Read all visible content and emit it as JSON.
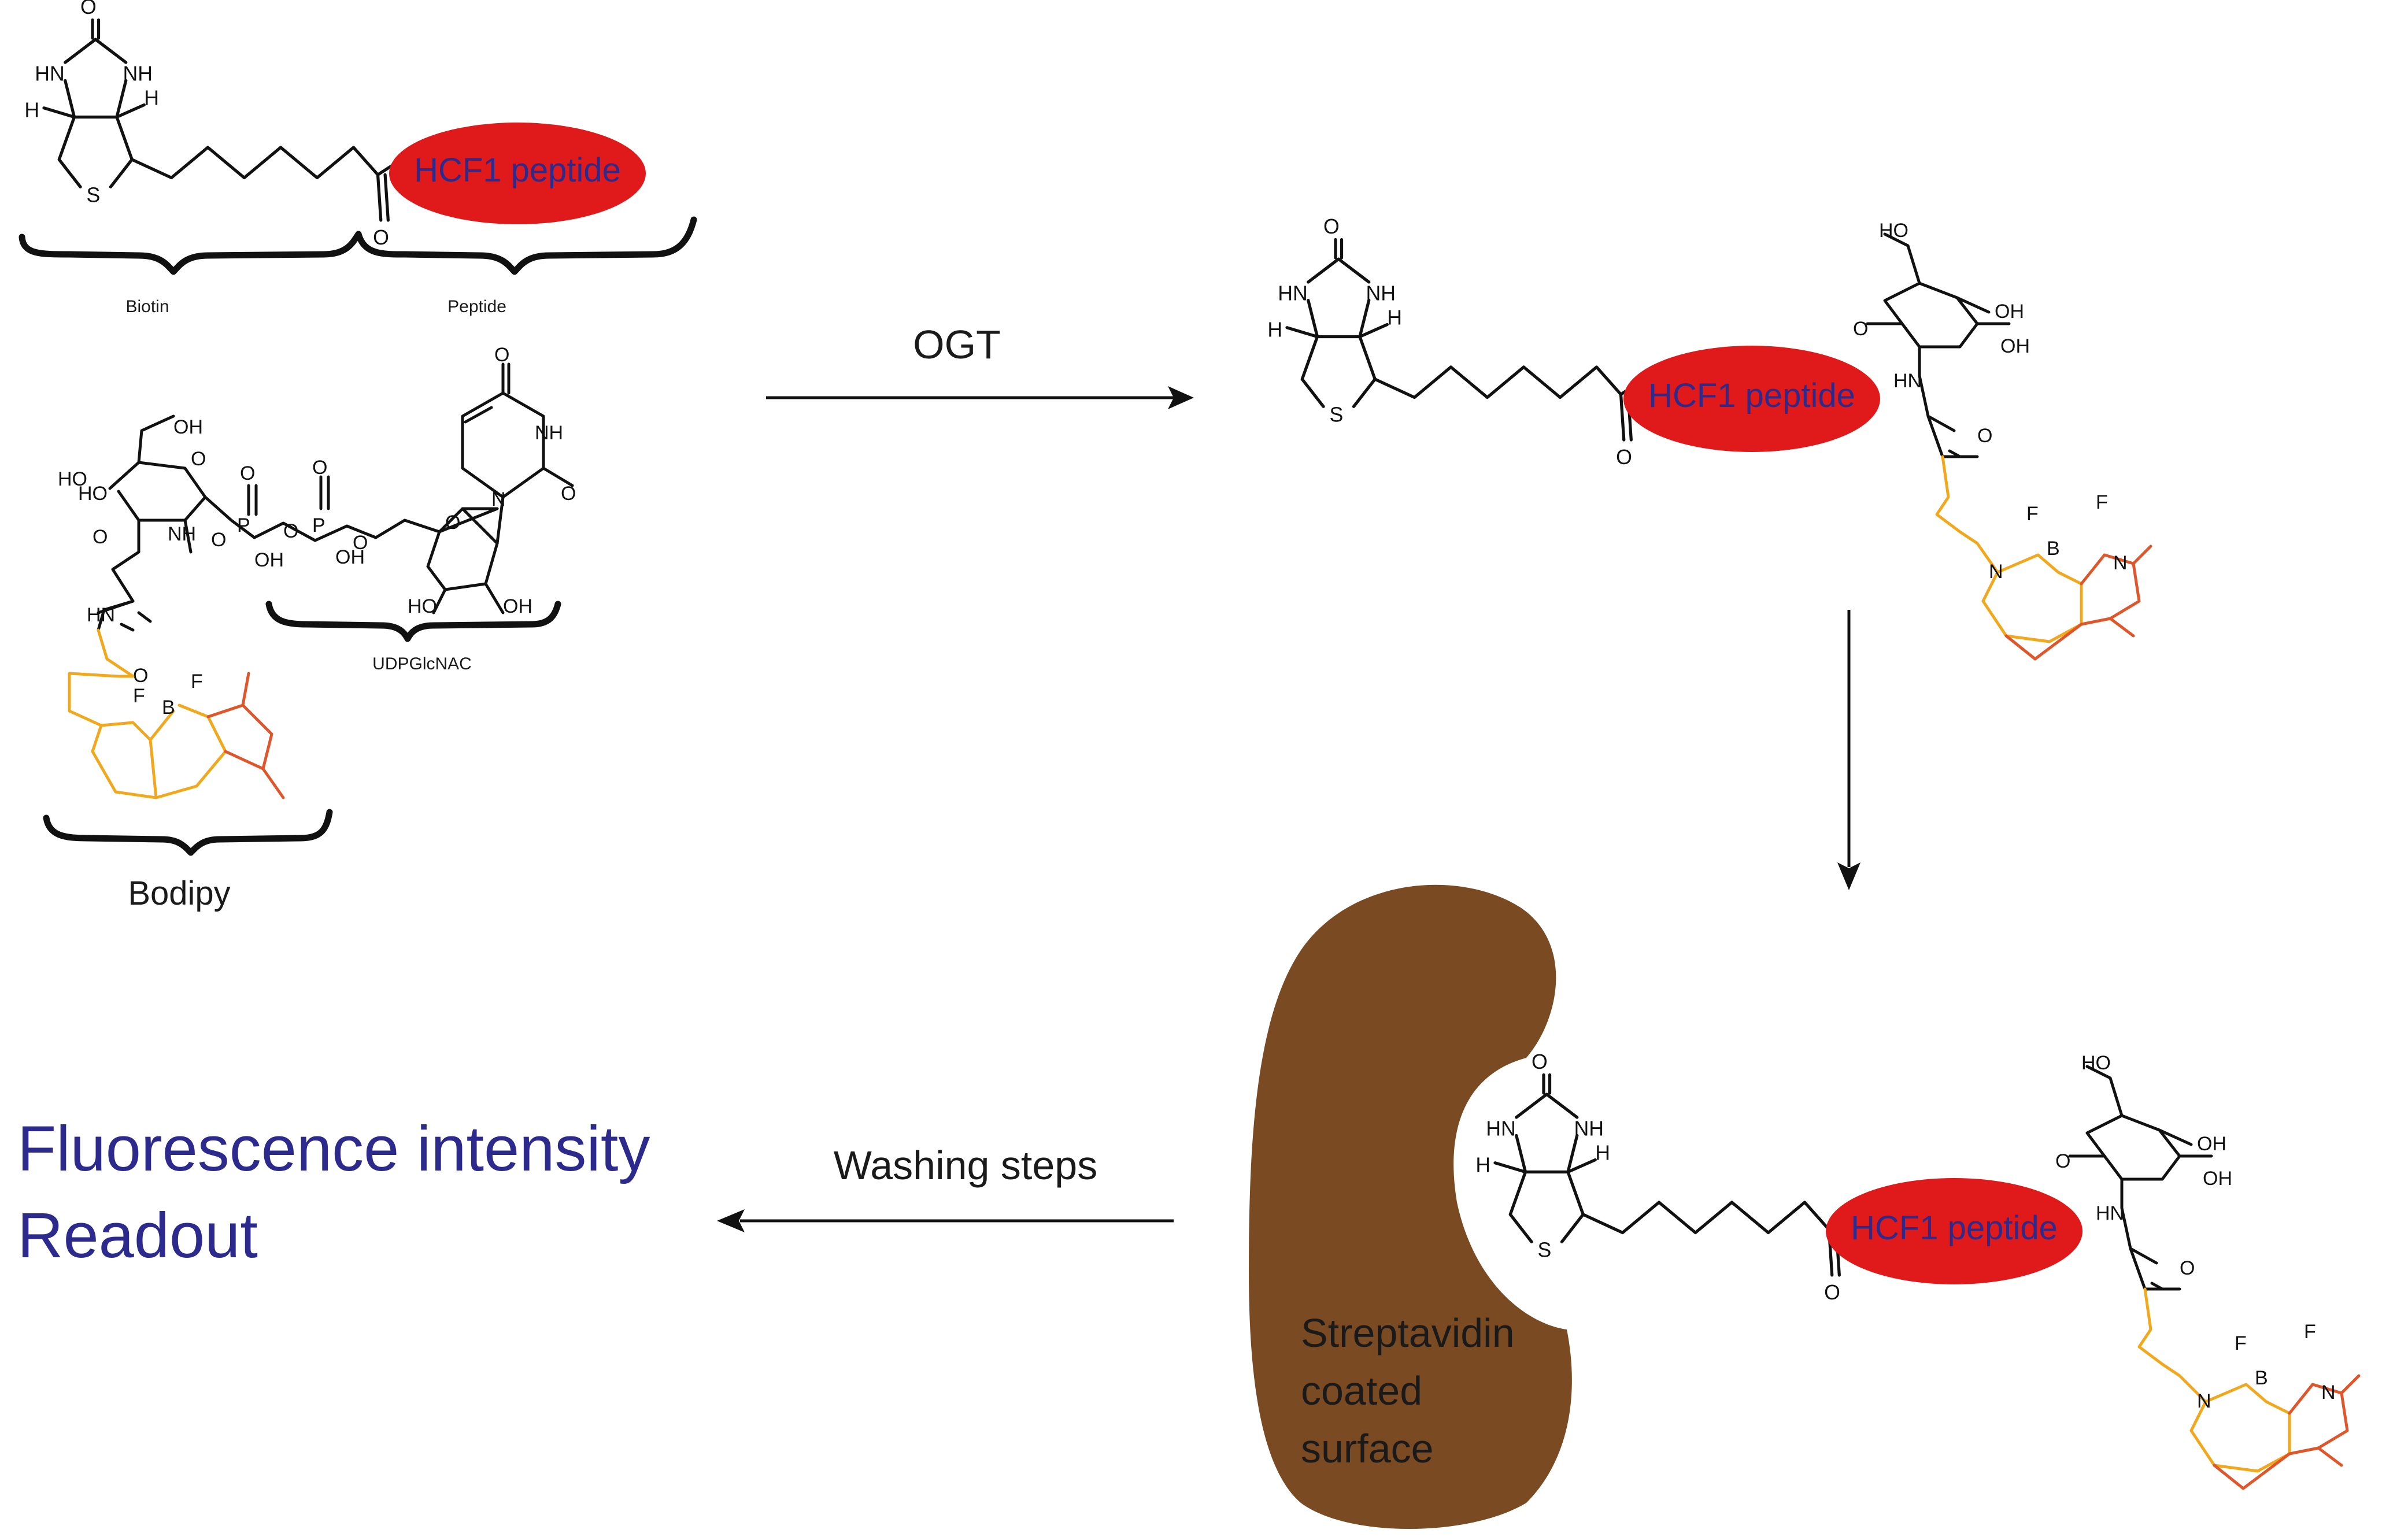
{
  "labels": {
    "biotin": "Biotin",
    "peptide": "Peptide",
    "udpglcnac": "UDPGlcNAC",
    "bodipy": "Bodipy",
    "ogt": "OGT",
    "washing": "Washing steps",
    "readout_line1": "Fluorescence intensity",
    "readout_line2": "Readout",
    "surface_line1": "Streptavidin",
    "surface_line2": "coated",
    "surface_line3": "surface",
    "hcf1": "HCF1 peptide"
  },
  "colors": {
    "peptide_fill": "#e01a1a",
    "peptide_text": "#2c2a8c",
    "surface": "#7a4a23",
    "bodipy_bond_orange": "#f2a81d",
    "bodipy_bond_red": "#e0552a",
    "readout_text": "#2c2a8c"
  }
}
